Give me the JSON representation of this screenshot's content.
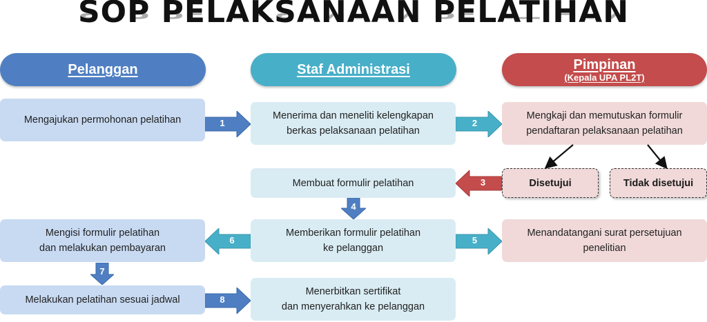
{
  "title": "SOP PELAKSANAAN PELATIHAN",
  "lanes": {
    "pelanggan": {
      "label": "Pelanggan"
    },
    "staf": {
      "label": "Staf Administrasi"
    },
    "pimpinan": {
      "label": "Pimpinan",
      "sublabel": "(Kepala UPA PL2T)"
    }
  },
  "steps": {
    "mengajukan": [
      "Mengajukan permohonan pelatihan"
    ],
    "menerima": [
      "Menerima dan meneliti kelengkapan",
      "berkas pelaksanaan pelatihan"
    ],
    "mengkaji": [
      "Mengkaji dan memutuskan formulir",
      "pendaftaran pelaksanaan pelatihan"
    ],
    "disetujui": "Disetujui",
    "tidak_disetujui": "Tidak disetujui",
    "membuat": [
      "Membuat formulir pelatihan"
    ],
    "memberikan": [
      "Memberikan formulir pelatihan",
      "ke pelanggan"
    ],
    "menandatangani": [
      "Menandatangani surat persetujuan",
      "penelitian"
    ],
    "mengisi": [
      "Mengisi formulir pelatihan",
      "dan melakukan pembayaran"
    ],
    "melakukan": [
      "Melakukan pelatihan sesuai jadwal"
    ],
    "menerbitkan": [
      "Menerbitkan sertifikat",
      "dan menyerahkan ke pelanggan"
    ]
  },
  "arrows": [
    "1",
    "2",
    "3",
    "4",
    "5",
    "6",
    "7",
    "8"
  ],
  "colors": {
    "pelanggan": "#4f7fc2",
    "staf": "#48afc8",
    "pimpinan": "#c44c4c",
    "arrow_blue": "#4f7fc2",
    "arrow_cyan": "#48afc8",
    "arrow_red": "#c44c4c"
  }
}
